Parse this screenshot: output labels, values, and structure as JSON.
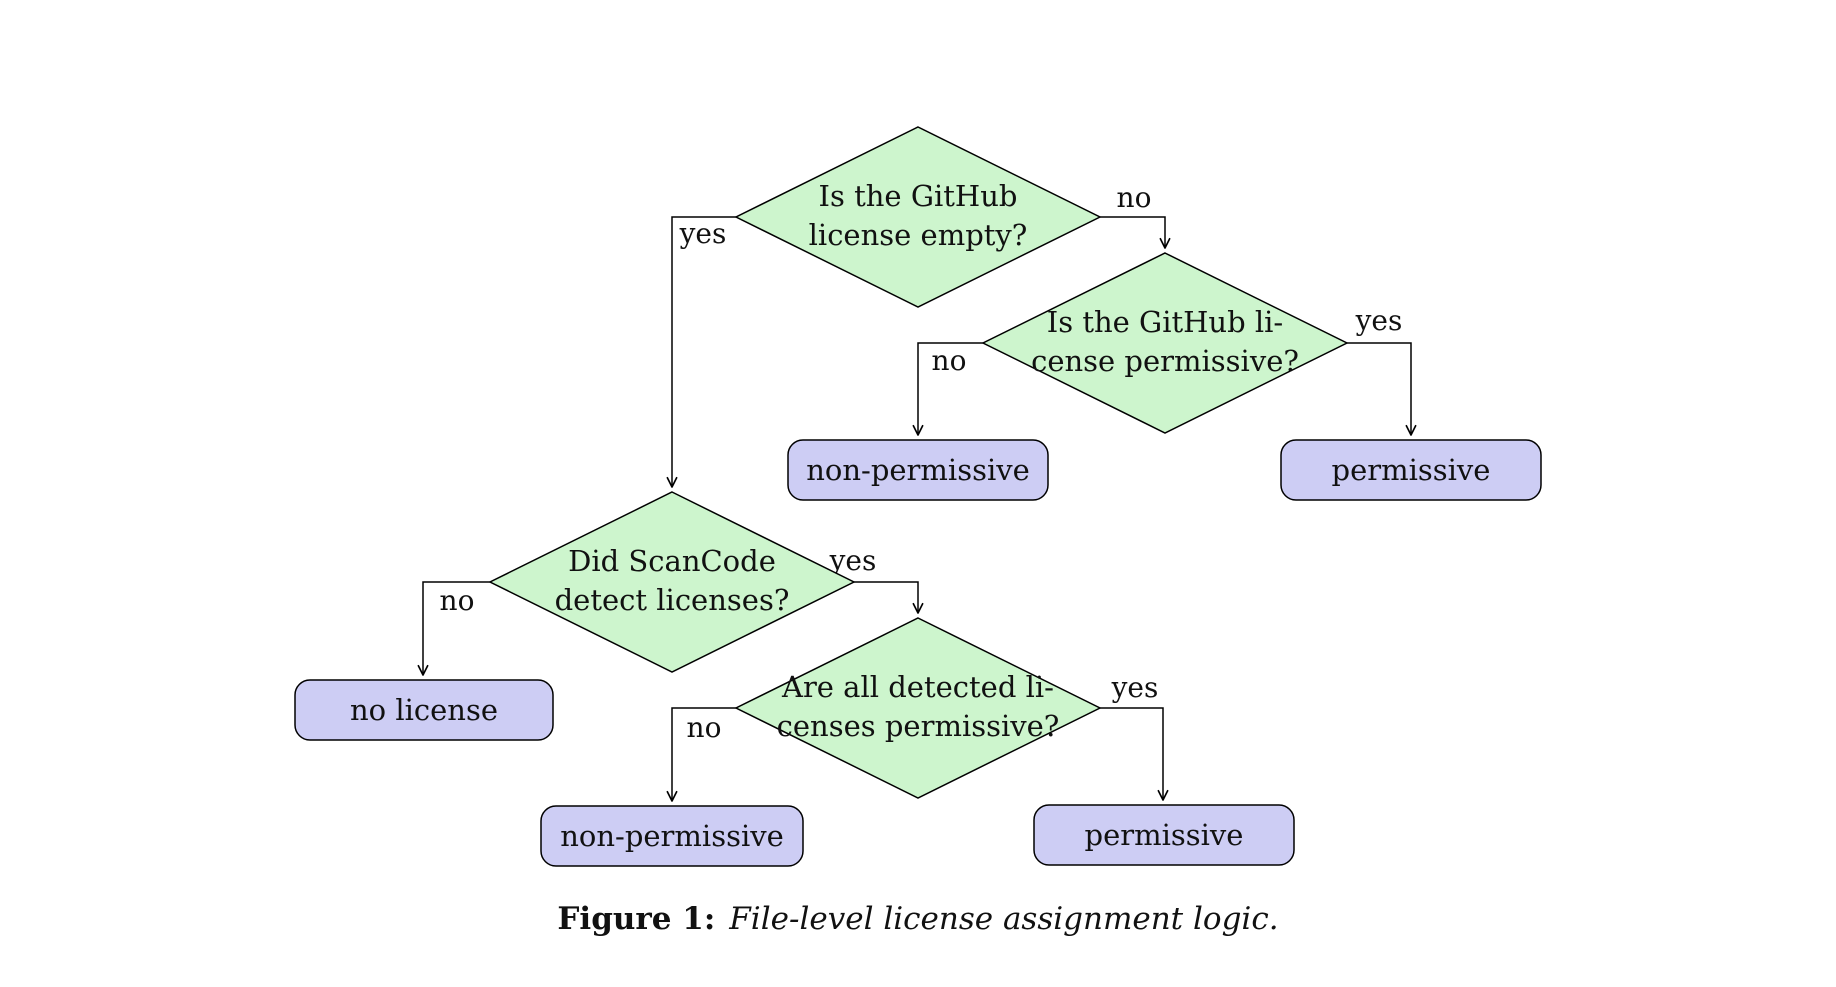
{
  "figure": {
    "caption_label": "Figure 1:",
    "caption_body": "File-level license assignment logic."
  },
  "colors": {
    "decision_fill": "#cdf5cd",
    "outcome_fill": "#cdcdf4",
    "stroke": "#000000",
    "background": "#ffffff"
  },
  "flowchart": {
    "type": "decision-tree",
    "decisions": [
      {
        "id": "d1",
        "line1": "Is the GitHub",
        "line2": "license empty?"
      },
      {
        "id": "d2",
        "line1": "Is the GitHub li-",
        "line2": "cense permissive?"
      },
      {
        "id": "d3",
        "line1": "Did ScanCode",
        "line2": "detect licenses?"
      },
      {
        "id": "d4",
        "line1": "Are all detected li-",
        "line2": "censes permissive?"
      }
    ],
    "outcomes": [
      {
        "id": "b1",
        "label": "non-permissive"
      },
      {
        "id": "b2",
        "label": "permissive"
      },
      {
        "id": "b3",
        "label": "no license"
      },
      {
        "id": "b4",
        "label": "non-permissive"
      },
      {
        "id": "b5",
        "label": "permissive"
      }
    ],
    "edges": [
      {
        "from": "d1",
        "to": "d2",
        "label": "no"
      },
      {
        "from": "d1",
        "to": "d3",
        "label": "yes"
      },
      {
        "from": "d2",
        "to": "b1",
        "label": "no"
      },
      {
        "from": "d2",
        "to": "b2",
        "label": "yes"
      },
      {
        "from": "d3",
        "to": "b3",
        "label": "no"
      },
      {
        "from": "d3",
        "to": "d4",
        "label": "yes"
      },
      {
        "from": "d4",
        "to": "b4",
        "label": "no"
      },
      {
        "from": "d4",
        "to": "b5",
        "label": "yes"
      }
    ]
  }
}
